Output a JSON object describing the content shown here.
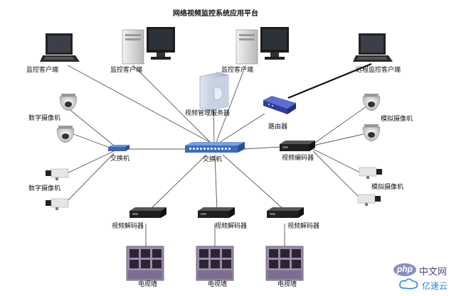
{
  "title": "网络视频监控系统应用平台",
  "labels": {
    "client1": "监控客户端",
    "client2": "监控客户端",
    "client3": "监控客户端",
    "remote_client": "远程监控客户端",
    "camera_digital_top": "数字摄像机",
    "camera_digital_bottom": "数字摄像机",
    "camera_analog_top": "模拟摄像机",
    "camera_analog_bottom": "模拟摄像机",
    "server": "视频管理服务器",
    "router": "路由器",
    "switch_small": "交换机",
    "switch_main": "交换机",
    "encoder": "视频编码器",
    "decoder1": "视频解码器",
    "decoder2": "视频解码器",
    "decoder3": "视频解码器",
    "tvwall1": "电视墙",
    "tvwall2": "电视墙",
    "tvwall3": "电视墙"
  },
  "watermark": {
    "logo": "php",
    "text": "中文网",
    "brand": "亿速云"
  },
  "colors": {
    "line": "#555555",
    "router_blue": "#3a4fb0",
    "switch_blue": "#4a78c8",
    "tvwall_purple": "#8a7a9c"
  }
}
